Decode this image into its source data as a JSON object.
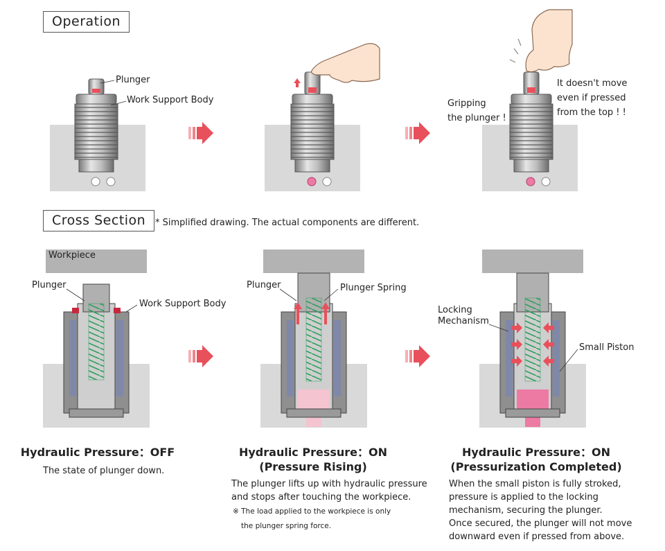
{
  "sections": {
    "operation": "Operation",
    "cross_section": "Cross Section",
    "note": "* Simplified drawing. The actual components are different."
  },
  "operation_labels": {
    "plunger": "Plunger",
    "work_support_body": "Work Support Body",
    "gripping": [
      "Gripping",
      "the plunger !"
    ],
    "no_move": [
      "It doesn't move",
      "even if pressed",
      "from the top ! !"
    ]
  },
  "cross_labels": {
    "workpiece": "Workpiece",
    "plunger_1": "Plunger",
    "work_support_body": "Work Support Body",
    "plunger_2": "Plunger",
    "plunger_spring": "Plunger Spring",
    "locking": [
      "Locking",
      "Mechanism"
    ],
    "small_piston": "Small Piston"
  },
  "states": [
    {
      "title": [
        "Hydraulic Pressure：OFF"
      ],
      "desc": [
        "The state of plunger down."
      ],
      "note": []
    },
    {
      "title": [
        "Hydraulic Pressure：ON",
        "(Pressure Rising)"
      ],
      "desc": [
        "The plunger lifts up with hydraulic pressure",
        "and stops after touching the workpiece."
      ],
      "note": [
        "※ The load applied to the workpiece is only",
        "the plunger spring force."
      ]
    },
    {
      "title": [
        "Hydraulic Pressure：ON",
        "(Pressurization Completed)"
      ],
      "desc": [
        "When the small piston is fully stroked,",
        "pressure is applied to the locking",
        "mechanism, securing the plunger.",
        "Once secured, the plunger will not move",
        "downward even if pressed from above."
      ],
      "note": []
    }
  ],
  "colors": {
    "arrow": "#e8505b",
    "spring": "#2aa05a",
    "panel": "#d9d9d9",
    "workpiece": "#b3b3b3",
    "oil": "#f4c4d0"
  }
}
